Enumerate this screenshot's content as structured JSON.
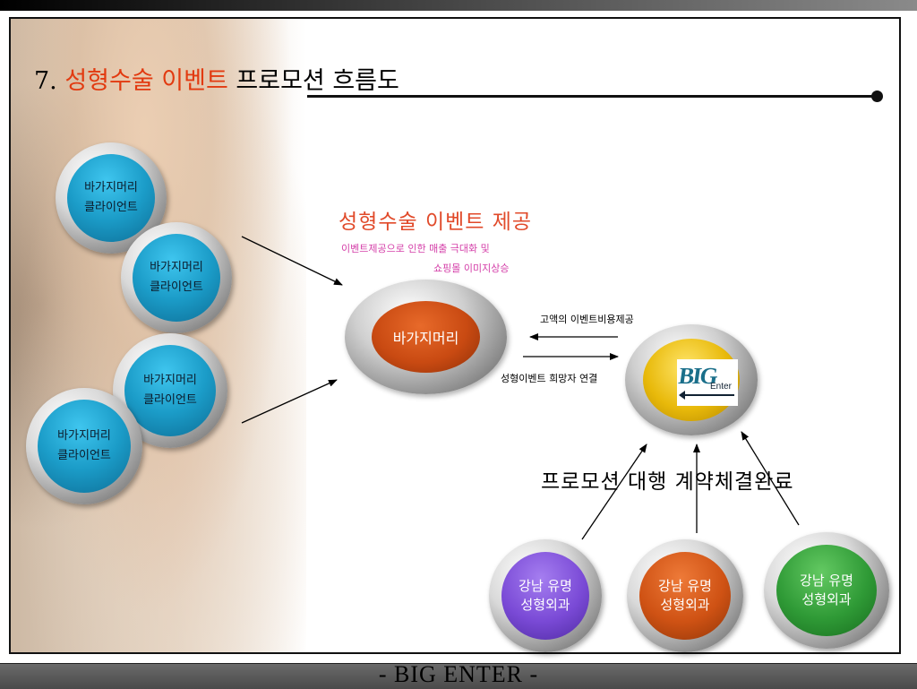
{
  "title": {
    "prefix": "7. ",
    "highlight": "성형수술 이벤트",
    "suffix": " 프로모션 흐름도"
  },
  "event": {
    "title": "성형수술 이벤트 제공",
    "sub_line1": "이벤트제공으로 인한 매출 극대화 및",
    "sub_line2": "쇼핑몰 이미지상승"
  },
  "clients": [
    {
      "line1": "바가지머리",
      "line2": "클라이언트"
    },
    {
      "line1": "바가지머리",
      "line2": "클라이언트"
    },
    {
      "line1": "바가지머리",
      "line2": "클라이언트"
    },
    {
      "line1": "바가지머리",
      "line2": "클라이언트"
    }
  ],
  "center": {
    "label": "바가지머리"
  },
  "flow": {
    "to_center": "고액의 이벤트비용제공",
    "to_partner": "성형이벤트 희망자 연결"
  },
  "partner_logo": {
    "big": "BIG",
    "enter": "Enter"
  },
  "promo": "프로모션 대행 계약체결완료",
  "hospitals": [
    {
      "line1": "강남 유명",
      "line2": "성형외과",
      "color": "#7a4ad6"
    },
    {
      "line1": "강남 유명",
      "line2": "성형외과",
      "color": "#cf5214"
    },
    {
      "line1": "강남 유명",
      "line2": "성형외과",
      "color": "#2f9a36"
    }
  ],
  "footer": "-  BIG ENTER -",
  "colors": {
    "title_accent": "#e23a10",
    "event_title": "#e14a2a",
    "event_sub": "#d43ea8"
  }
}
